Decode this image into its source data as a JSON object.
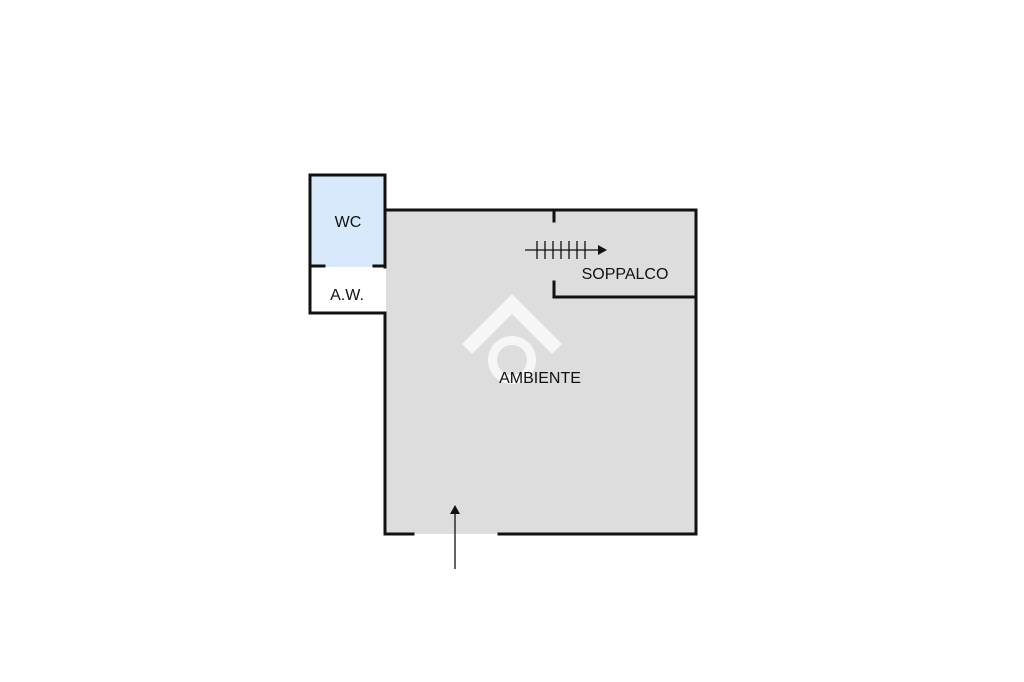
{
  "floorplan": {
    "rooms": {
      "wc": {
        "label": "WC",
        "fill": "#d8e9fb"
      },
      "aw": {
        "label": "A.W.",
        "fill": "#ffffff"
      },
      "ambiente": {
        "label": "AMBIENTE",
        "fill": "#dddddd"
      },
      "soppalco": {
        "label": "SOPPALCO"
      }
    },
    "wall_color": "#111111",
    "watermark_color": "#ffffff",
    "icons": {
      "stairs": "stairs-arrow-icon",
      "entrance": "entrance-arrow-icon",
      "watermark": "house-logo-watermark"
    }
  }
}
